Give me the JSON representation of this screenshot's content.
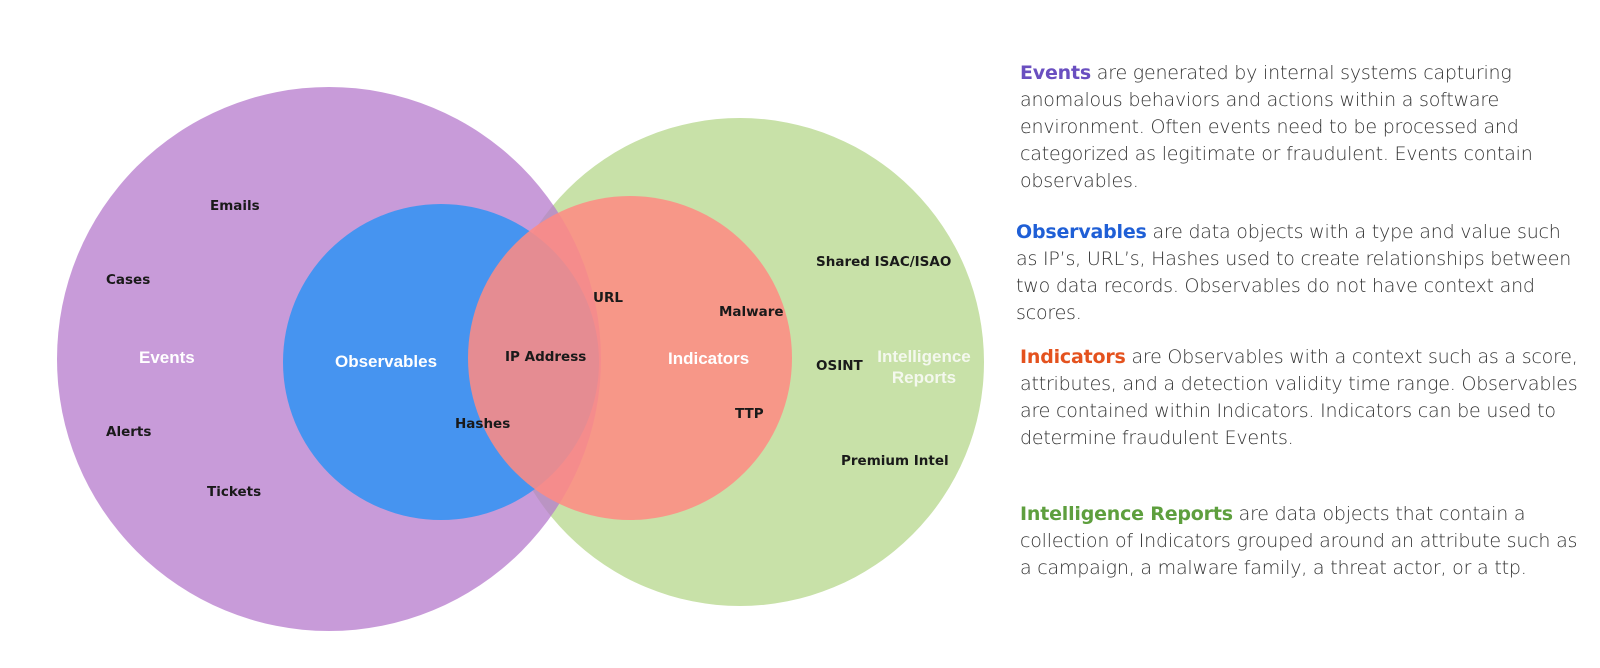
{
  "diagram": {
    "type": "venn",
    "sets": [
      {
        "id": "events",
        "label": "Events",
        "color": "#c48fd6",
        "items": [
          "Emails",
          "Cases",
          "Alerts",
          "Tickets"
        ]
      },
      {
        "id": "intelligence_reports",
        "label": "Intelligence Reports",
        "label_lines": [
          "Intelligence",
          "Reports"
        ],
        "color": "#c8e0a8",
        "items": [
          "Shared ISAC/ISAO",
          "OSINT",
          "Premium Intel"
        ]
      },
      {
        "id": "observables",
        "label": "Observables",
        "color": "#4694f0",
        "items": [
          "Hashes"
        ]
      },
      {
        "id": "indicators",
        "label": "Indicators",
        "color": "#fa8e86",
        "items": [
          "Malware",
          "TTP"
        ]
      }
    ],
    "overlap_items": {
      "observables_indicators": [
        "IP Address"
      ],
      "observables_indicators_boundary": [
        "URL"
      ]
    },
    "labels": {
      "emails": "Emails",
      "cases": "Cases",
      "alerts": "Alerts",
      "tickets": "Tickets",
      "events": "Events",
      "observables": "Observables",
      "ip_address": "IP Address",
      "hashes": "Hashes",
      "url": "URL",
      "indicators": "Indicators",
      "malware": "Malware",
      "ttp": "TTP",
      "shared_isac": "Shared ISAC/ISAO",
      "osint": "OSINT",
      "reports_line1": "Intelligence",
      "reports_line2": "Reports",
      "premium_intel": "Premium Intel"
    }
  },
  "descriptions": {
    "events": {
      "term": "Events",
      "term_color": "#6a4fc0",
      "text": " are generated by internal systems capturing anomalous behaviors and actions within a software environment.  Often events need to be processed and categorized as legitimate or fraudulent. Events contain observables."
    },
    "observables": {
      "term": "Observables",
      "term_color": "#1f5fd6",
      "text": " are data objects with a type and value such as IP’s, URL’s, Hashes used to create relationships between two data records. Observables do not have context and scores."
    },
    "indicators": {
      "term": "Indicators",
      "term_color": "#e4521e",
      "text": " are Observables with a context such as a score, attributes, and a detection validity time range. Observables are contained within Indicators. Indicators can be used to determine fraudulent Events."
    },
    "intelligence_reports": {
      "term": "Intelligence Reports",
      "term_color": "#5e9f3e",
      "text": " are data objects that contain a collection of Indicators grouped around an attribute such as a campaign, a malware family, a threat actor, or a ttp."
    }
  }
}
